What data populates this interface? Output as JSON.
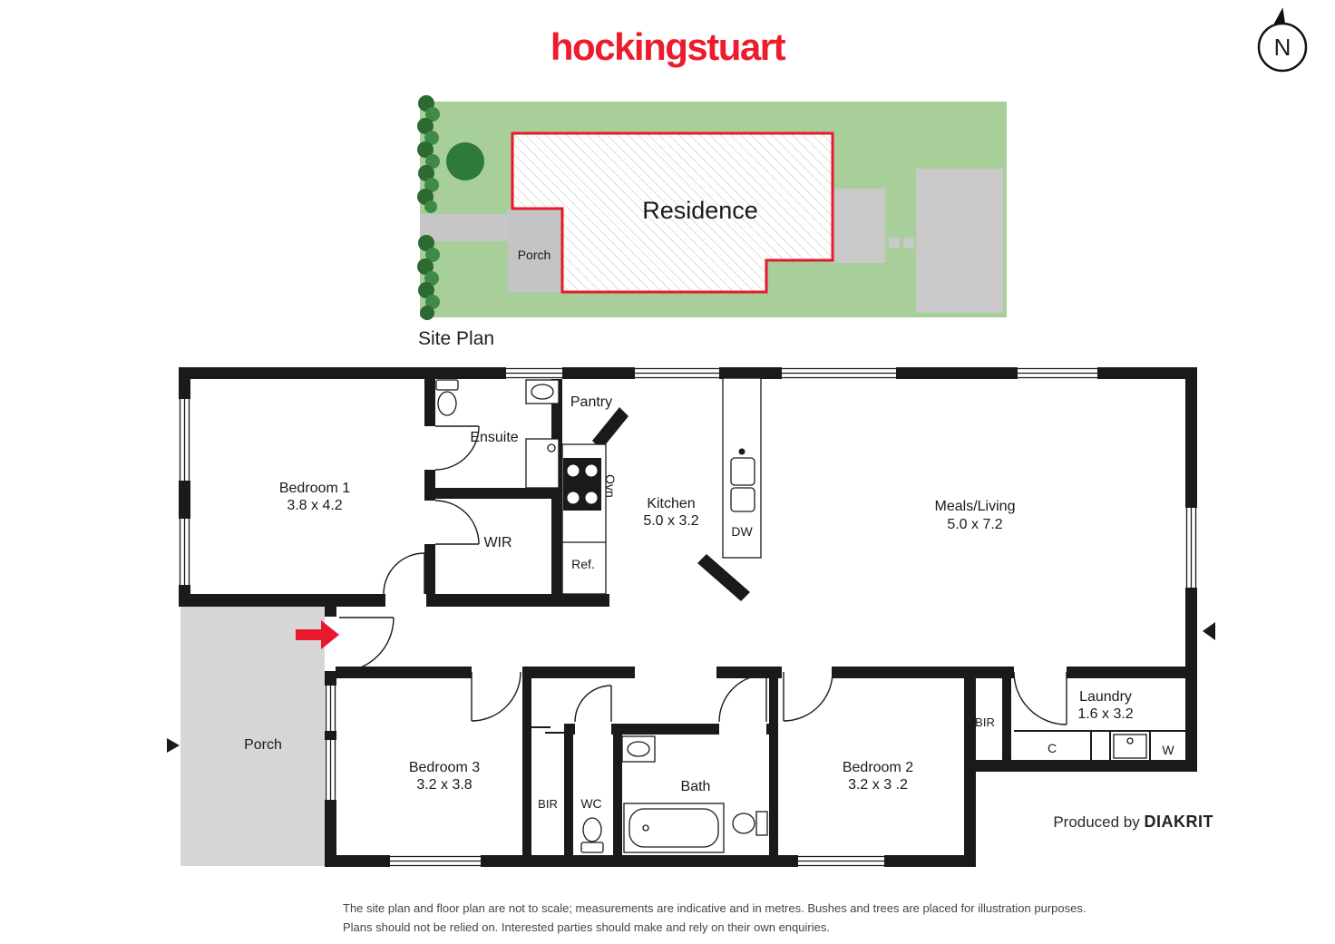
{
  "brand": {
    "logo_text": "hockingstuart"
  },
  "compass": {
    "north_label": "N"
  },
  "site_plan": {
    "caption": "Site Plan",
    "residence_label": "Residence",
    "porch_label": "Porch"
  },
  "floor_plan": {
    "bedroom1_name": "Bedroom 1",
    "bedroom1_dims": "3.8 x 4.2",
    "ensuite": "Ensuite",
    "wir": "WIR",
    "pantry": "Pantry",
    "oven": "Ovn",
    "fridge": "Ref.",
    "kitchen_name": "Kitchen",
    "kitchen_dims": "5.0 x 3.2",
    "dishwasher": "DW",
    "meals_name": "Meals/Living",
    "meals_dims": "5.0 x 7.2",
    "porch": "Porch",
    "bedroom3_name": "Bedroom 3",
    "bedroom3_dims": "3.2 x 3.8",
    "bir_bed3": "BIR",
    "wc": "WC",
    "bath": "Bath",
    "bedroom2_name": "Bedroom 2",
    "bedroom2_dims": "3.2 x 3 .2",
    "bir_laundry": "BIR",
    "laundry_name": "Laundry",
    "laundry_dims": "1.6 x 3.2",
    "cupboard": "C",
    "washer": "W"
  },
  "credits": {
    "produced_by": "Produced by",
    "producer": "DIAKRIT"
  },
  "disclaimer": {
    "line1": "The site plan and floor plan are not to scale; measurements are indicative and in metres. Bushes and trees are placed for illustration purposes.",
    "line2": "Plans should not be relied on. Interested parties should make and rely on their own enquiries."
  },
  "colors": {
    "brand_red": "#ed1b2c",
    "plan_red": "#e8192c",
    "site_green": "#a8cf99",
    "wall_black": "#1a1a1a"
  }
}
